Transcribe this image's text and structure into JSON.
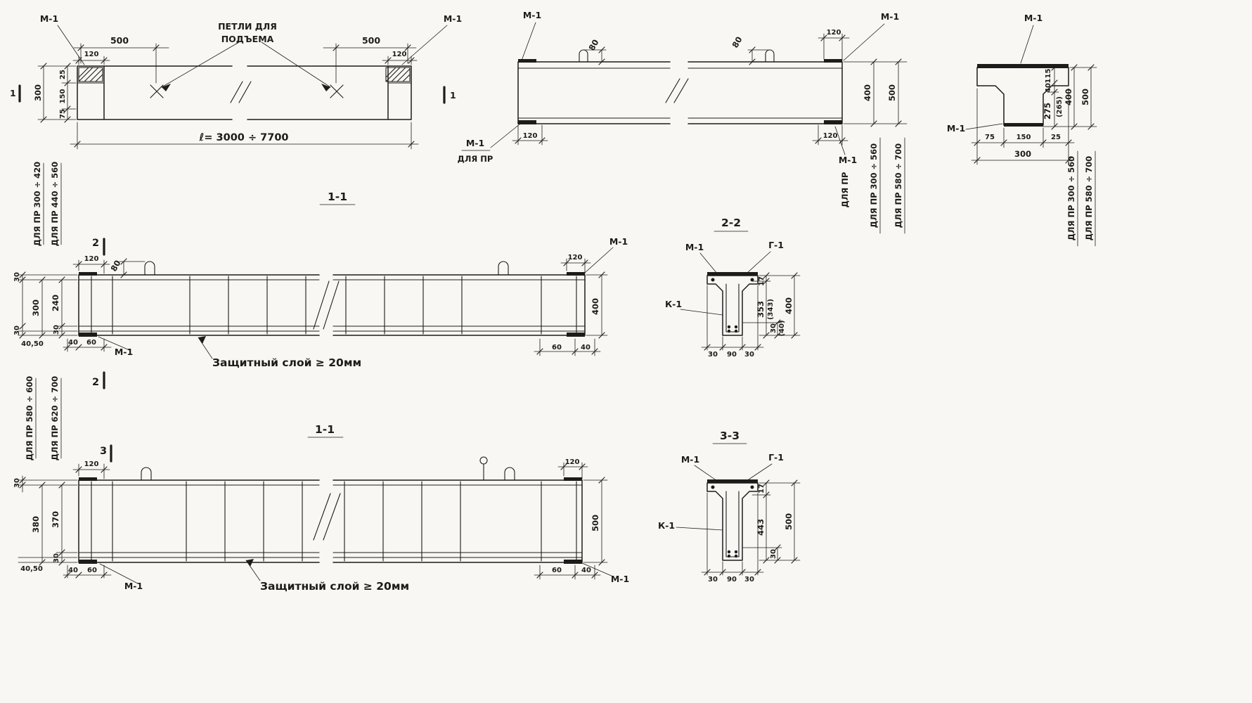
{
  "canvas": {
    "bg": "#f8f7f3",
    "ink": "#1d1c1a"
  },
  "plan": {
    "m1_left": "М-1",
    "m1_right": "М-1",
    "dim_500_left": "500",
    "dim_500_right": "500",
    "dim_120_left": "120",
    "dim_120_right": "120",
    "loops_note_line1": "ПЕТЛИ ДЛЯ",
    "loops_note_line2": "ПОДЪЕМА",
    "dim_25": "25",
    "dim_150": "150",
    "dim_75": "75",
    "dim_300": "300",
    "length": "ℓ= 3000 ÷ 7700",
    "cut_left": "1",
    "cut_right": "1"
  },
  "elevation": {
    "m1_top_left": "М-1",
    "m1_top_right": "М-1",
    "dim_80_left": "80",
    "dim_80_right": "80",
    "dim_120_top_right": "120",
    "dim_120_bottom_left": "120",
    "dim_120_bottom_right": "120",
    "m1_bottom_left": "М-1",
    "note_bottom_left": "ДЛЯ ПР",
    "m1_bottom_right": "М-1",
    "note_bottom_right": "ДЛЯ ПР",
    "dim_400": "400",
    "dim_500": "500",
    "range_a": "ДЛЯ ПР 300 ÷ 560",
    "range_b": "ДЛЯ ПР 580 ÷ 700"
  },
  "end_section": {
    "m1_top": "М-1",
    "m1_left": "М-1",
    "dim_115": "115",
    "dim_40": "40",
    "dim_275": "275",
    "dim_265": "(265)",
    "dim_400": "400",
    "dim_500": "500",
    "dim_75": "75",
    "dim_150": "150",
    "dim_25": "25",
    "dim_300": "300",
    "range_a": "ДЛЯ ПР 300 ÷ 560",
    "range_b": "ДЛЯ ПР 580 ÷ 700"
  },
  "section_11_top": {
    "title": "1-1",
    "range_a": "ДЛЯ ПР 300 ÷ 420",
    "range_b": "ДЛЯ ПР 440 ÷ 560",
    "cut_top": "2",
    "cut_bottom": "2",
    "dim_120_left": "120",
    "dim_80": "80",
    "dim_120_right": "120",
    "m1_top_right": "М-1",
    "m1_bottom_left": "М-1",
    "dim_400": "400",
    "dim_30_top": "30",
    "dim_300": "300",
    "dim_240": "240",
    "dim_30_mid": "30",
    "dim_30_bottom": "30",
    "dim_covers": "40,50",
    "dim_40_bottom": "40",
    "dim_60_bottom": "60",
    "dim_60_right": "60",
    "dim_40_right": "40",
    "cover_note": "Защитный слой ≥ 20мм"
  },
  "section_22": {
    "title": "2-2",
    "m1": "М-1",
    "g1": "Г-1",
    "k1": "К-1",
    "dim_17": "17",
    "dim_353": "353",
    "dim_343": "(343)",
    "dim_400": "400",
    "dim_30_right": "30",
    "dim_40_right": "(40)",
    "dim_30_left": "30",
    "dim_90": "90",
    "dim_30_b": "30"
  },
  "section_11_bottom": {
    "title": "1-1",
    "range_a": "ДЛЯ ПР 580 ÷ 600",
    "range_b": "ДЛЯ ПР 620 ÷ 700",
    "cut_top": "3",
    "dim_120_left": "120",
    "dim_120_right": "120",
    "m1_bottom_left": "М-1",
    "m1_bottom_right": "М-1",
    "dim_500": "500",
    "dim_30_top": "30",
    "dim_380": "380",
    "dim_370": "370",
    "dim_30_bottom": "30",
    "dim_covers": "40,50",
    "dim_40_bottom": "40",
    "dim_60_bottom": "60",
    "dim_60_right": "60",
    "dim_40_right": "40",
    "cover_note": "Защитный слой ≥ 20мм"
  },
  "section_33": {
    "title": "3-3",
    "m1": "М-1",
    "g1": "Г-1",
    "k1": "К-1",
    "dim_17": "17",
    "dim_443": "443",
    "dim_500": "500",
    "dim_30_right": "30",
    "dim_30_left": "30",
    "dim_90": "90",
    "dim_30_b": "30"
  }
}
